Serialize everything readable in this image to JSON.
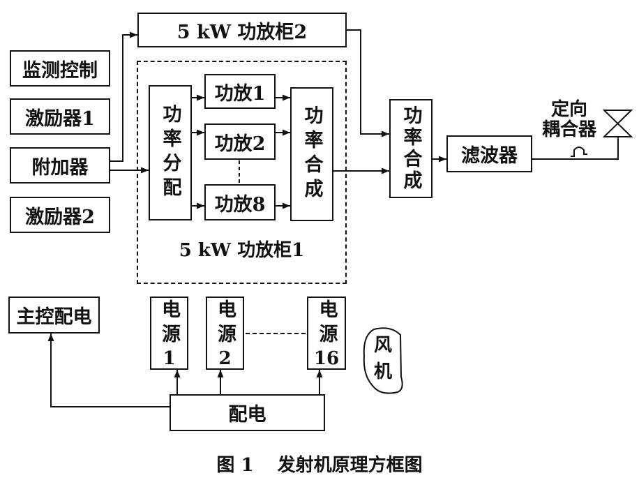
{
  "figure": {
    "label": "图 1",
    "title": "发射机原理方框图"
  },
  "blocks": {
    "cabinet2": "5 kW 功放柜2",
    "monitor_control": "监测控制",
    "exciter1": "激励器1",
    "adder": "附加器",
    "exciter2": "激励器2",
    "cabinet1": {
      "label": "5 kW 功放柜1",
      "power_divider": "功率分配",
      "amp1": "功放1",
      "amp2": "功放2",
      "amp8": "功放8",
      "combiner": "功率合成"
    },
    "combiner": "功率合成",
    "filter": "滤波器",
    "coupler": {
      "line1": "定向",
      "line2": "耦合器"
    },
    "main_control_power": "主控配电",
    "power_supplies": [
      {
        "label": "电源",
        "index": "1"
      },
      {
        "label": "电源",
        "index": "2"
      },
      {
        "label": "电源",
        "index": "16"
      }
    ],
    "fan": {
      "line1": "风",
      "line2": "机"
    },
    "power_distribution": "配电"
  },
  "colors": {
    "ink": "#111111",
    "background": "#ffffff"
  }
}
